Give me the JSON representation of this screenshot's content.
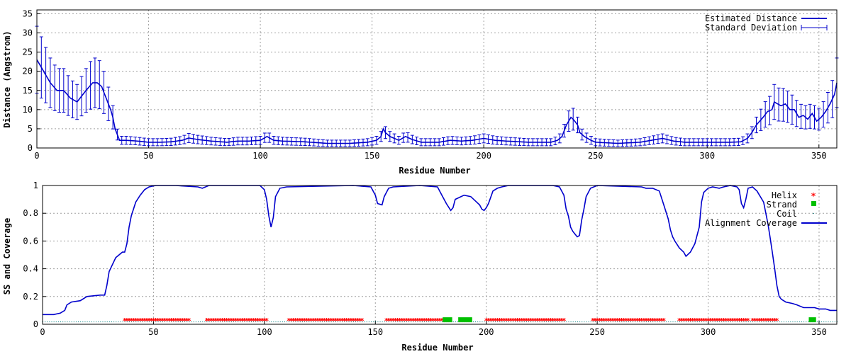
{
  "chart_data": [
    {
      "type": "line",
      "xlabel": "Residue Number",
      "ylabel": "Distance (Angstrom)",
      "xlim": [
        0,
        358
      ],
      "ylim": [
        0,
        36
      ],
      "xticks": [
        0,
        50,
        100,
        150,
        200,
        250,
        300,
        350
      ],
      "yticks": [
        0,
        5,
        10,
        15,
        20,
        25,
        30,
        35
      ],
      "grid": true,
      "legend_position": "top-right",
      "series": [
        {
          "name": "Estimated Distance",
          "color": "#0000cc",
          "points": [
            [
              0,
              23
            ],
            [
              3,
              20
            ],
            [
              6,
              17
            ],
            [
              9,
              15
            ],
            [
              12,
              15
            ],
            [
              15,
              13
            ],
            [
              18,
              12
            ],
            [
              22,
              15
            ],
            [
              25,
              17
            ],
            [
              27,
              17
            ],
            [
              29,
              16
            ],
            [
              31,
              13
            ],
            [
              33,
              10
            ],
            [
              34,
              8
            ],
            [
              35,
              5
            ],
            [
              36,
              3.5
            ],
            [
              37,
              2
            ],
            [
              40,
              2
            ],
            [
              45,
              1.8
            ],
            [
              50,
              1.5
            ],
            [
              55,
              1.5
            ],
            [
              60,
              1.6
            ],
            [
              65,
              2.0
            ],
            [
              68,
              2.6
            ],
            [
              72,
              2.2
            ],
            [
              78,
              1.8
            ],
            [
              85,
              1.5
            ],
            [
              90,
              1.8
            ],
            [
              95,
              1.8
            ],
            [
              100,
              2.0
            ],
            [
              103,
              3.0
            ],
            [
              106,
              2.0
            ],
            [
              110,
              1.8
            ],
            [
              120,
              1.6
            ],
            [
              130,
              1.2
            ],
            [
              140,
              1.2
            ],
            [
              148,
              1.5
            ],
            [
              152,
              2.0
            ],
            [
              154,
              3.0
            ],
            [
              155,
              5.0
            ],
            [
              156,
              4.0
            ],
            [
              158,
              3.0
            ],
            [
              160,
              2.5
            ],
            [
              162,
              2.0
            ],
            [
              165,
              3.0
            ],
            [
              168,
              2.2
            ],
            [
              172,
              1.5
            ],
            [
              180,
              1.5
            ],
            [
              185,
              2.0
            ],
            [
              190,
              1.8
            ],
            [
              195,
              2.0
            ],
            [
              200,
              2.5
            ],
            [
              205,
              2.0
            ],
            [
              210,
              1.8
            ],
            [
              220,
              1.5
            ],
            [
              225,
              1.5
            ],
            [
              230,
              1.5
            ],
            [
              233,
              2.0
            ],
            [
              235,
              3.0
            ],
            [
              237,
              6.0
            ],
            [
              238,
              7.0
            ],
            [
              239,
              8.0
            ],
            [
              240,
              7.5
            ],
            [
              242,
              6.0
            ],
            [
              243,
              4.0
            ],
            [
              245,
              3.0
            ],
            [
              248,
              2.0
            ],
            [
              250,
              1.5
            ],
            [
              260,
              1.2
            ],
            [
              270,
              1.5
            ],
            [
              275,
              2.0
            ],
            [
              280,
              2.5
            ],
            [
              285,
              1.8
            ],
            [
              290,
              1.5
            ],
            [
              300,
              1.5
            ],
            [
              310,
              1.5
            ],
            [
              315,
              1.6
            ],
            [
              318,
              2.5
            ],
            [
              320,
              4.0
            ],
            [
              322,
              6.0
            ],
            [
              325,
              8.0
            ],
            [
              327,
              9.5
            ],
            [
              329,
              10.0
            ],
            [
              330,
              12.0
            ],
            [
              333,
              11.0
            ],
            [
              335,
              11.5
            ],
            [
              337,
              10.0
            ],
            [
              339,
              10.0
            ],
            [
              341,
              8.0
            ],
            [
              343,
              8.5
            ],
            [
              345,
              7.5
            ],
            [
              347,
              9.0
            ],
            [
              349,
              7.0
            ],
            [
              351,
              8.0
            ],
            [
              353,
              9.5
            ],
            [
              355,
              11.5
            ],
            [
              357,
              14.0
            ],
            [
              358,
              17.0
            ]
          ]
        },
        {
          "name": "Standard Deviation",
          "color": "#0000cc"
        }
      ]
    },
    {
      "type": "line",
      "xlabel": "Residue Number",
      "ylabel": "SS and Coverage",
      "xlim": [
        0,
        358
      ],
      "ylim": [
        0,
        1
      ],
      "xticks": [
        0,
        50,
        100,
        150,
        200,
        250,
        300,
        350
      ],
      "yticks": [
        0,
        0.2,
        0.4,
        0.6,
        0.8,
        1
      ],
      "grid": true,
      "legend_position": "top-right",
      "series": [
        {
          "name": "Alignment Coverage",
          "color": "#0000cc",
          "points": [
            [
              0,
              0.07
            ],
            [
              5,
              0.07
            ],
            [
              8,
              0.08
            ],
            [
              10,
              0.1
            ],
            [
              11,
              0.14
            ],
            [
              13,
              0.16
            ],
            [
              17,
              0.17
            ],
            [
              20,
              0.2
            ],
            [
              26,
              0.21
            ],
            [
              28,
              0.21
            ],
            [
              29,
              0.28
            ],
            [
              30,
              0.38
            ],
            [
              33,
              0.48
            ],
            [
              36,
              0.52
            ],
            [
              37,
              0.52
            ],
            [
              38,
              0.58
            ],
            [
              39,
              0.7
            ],
            [
              40,
              0.78
            ],
            [
              42,
              0.88
            ],
            [
              44,
              0.93
            ],
            [
              46,
              0.97
            ],
            [
              48,
              0.99
            ],
            [
              51,
              1.0
            ],
            [
              60,
              1.0
            ],
            [
              70,
              0.99
            ],
            [
              72,
              0.98
            ],
            [
              75,
              1.0
            ],
            [
              98,
              1.0
            ],
            [
              100,
              0.97
            ],
            [
              101,
              0.9
            ],
            [
              102,
              0.78
            ],
            [
              103,
              0.7
            ],
            [
              104,
              0.77
            ],
            [
              105,
              0.92
            ],
            [
              107,
              0.98
            ],
            [
              110,
              0.99
            ],
            [
              140,
              1.0
            ],
            [
              148,
              0.99
            ],
            [
              150,
              0.93
            ],
            [
              151,
              0.87
            ],
            [
              153,
              0.86
            ],
            [
              154,
              0.92
            ],
            [
              156,
              0.98
            ],
            [
              158,
              0.99
            ],
            [
              170,
              1.0
            ],
            [
              178,
              0.99
            ],
            [
              180,
              0.93
            ],
            [
              182,
              0.87
            ],
            [
              184,
              0.82
            ],
            [
              185,
              0.84
            ],
            [
              186,
              0.9
            ],
            [
              190,
              0.93
            ],
            [
              193,
              0.92
            ],
            [
              195,
              0.89
            ],
            [
              197,
              0.86
            ],
            [
              198,
              0.83
            ],
            [
              199,
              0.82
            ],
            [
              200,
              0.84
            ],
            [
              201,
              0.87
            ],
            [
              203,
              0.96
            ],
            [
              205,
              0.98
            ],
            [
              207,
              0.99
            ],
            [
              210,
              1.0
            ],
            [
              230,
              1.0
            ],
            [
              233,
              0.99
            ],
            [
              235,
              0.93
            ],
            [
              236,
              0.83
            ],
            [
              237,
              0.78
            ],
            [
              238,
              0.7
            ],
            [
              239,
              0.67
            ],
            [
              240,
              0.65
            ],
            [
              241,
              0.63
            ],
            [
              242,
              0.64
            ],
            [
              243,
              0.75
            ],
            [
              244,
              0.83
            ],
            [
              245,
              0.92
            ],
            [
              247,
              0.98
            ],
            [
              250,
              1.0
            ],
            [
              270,
              0.99
            ],
            [
              272,
              0.98
            ],
            [
              275,
              0.98
            ],
            [
              278,
              0.96
            ],
            [
              280,
              0.86
            ],
            [
              282,
              0.76
            ],
            [
              283,
              0.68
            ],
            [
              284,
              0.63
            ],
            [
              285,
              0.6
            ],
            [
              287,
              0.55
            ],
            [
              289,
              0.52
            ],
            [
              290,
              0.49
            ],
            [
              292,
              0.52
            ],
            [
              294,
              0.58
            ],
            [
              296,
              0.7
            ],
            [
              297,
              0.88
            ],
            [
              298,
              0.95
            ],
            [
              300,
              0.98
            ],
            [
              302,
              0.99
            ],
            [
              305,
              0.98
            ],
            [
              307,
              0.99
            ],
            [
              310,
              1.0
            ],
            [
              313,
              0.99
            ],
            [
              314,
              0.97
            ],
            [
              315,
              0.87
            ],
            [
              316,
              0.84
            ],
            [
              317,
              0.9
            ],
            [
              318,
              0.98
            ],
            [
              320,
              0.99
            ],
            [
              322,
              0.96
            ],
            [
              325,
              0.88
            ],
            [
              327,
              0.72
            ],
            [
              328,
              0.62
            ],
            [
              329,
              0.51
            ],
            [
              330,
              0.4
            ],
            [
              331,
              0.28
            ],
            [
              332,
              0.2
            ],
            [
              333,
              0.18
            ],
            [
              335,
              0.16
            ],
            [
              338,
              0.15
            ],
            [
              340,
              0.14
            ],
            [
              343,
              0.12
            ],
            [
              345,
              0.12
            ],
            [
              348,
              0.12
            ],
            [
              350,
              0.11
            ],
            [
              353,
              0.11
            ],
            [
              355,
              0.1
            ],
            [
              358,
              0.1
            ]
          ]
        },
        {
          "name": "Helix",
          "color": "#ff0000",
          "ranges": [
            [
              37,
              66
            ],
            [
              74,
              101
            ],
            [
              111,
              144
            ],
            [
              155,
              180
            ],
            [
              200,
              235
            ],
            [
              248,
              280
            ],
            [
              287,
              318
            ],
            [
              320,
              331
            ]
          ],
          "level": 0.03
        },
        {
          "name": "Strand",
          "color": "#00c000",
          "ranges": [
            [
              181,
              184
            ],
            [
              188,
              193
            ],
            [
              346,
              348
            ]
          ],
          "level": 0.03
        },
        {
          "name": "Coil",
          "color": "#008080",
          "ranges": [
            [
              0,
              358
            ]
          ],
          "level": 0.02
        }
      ]
    }
  ]
}
